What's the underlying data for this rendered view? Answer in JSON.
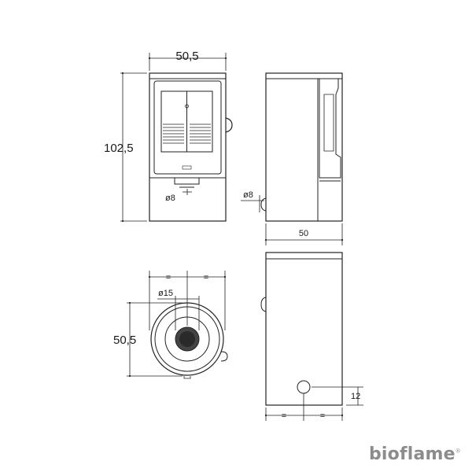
{
  "dimensions": {
    "front_width": "50,5",
    "front_height": "102,5",
    "front_outlet": "ø8",
    "side_outlet": "ø8",
    "side_depth": "50",
    "top_flue": "ø15",
    "top_depth": "50,5",
    "rear_outlet_height": "12",
    "equal_mark": "="
  },
  "brand": {
    "name": "bioflame",
    "mark": "®"
  }
}
